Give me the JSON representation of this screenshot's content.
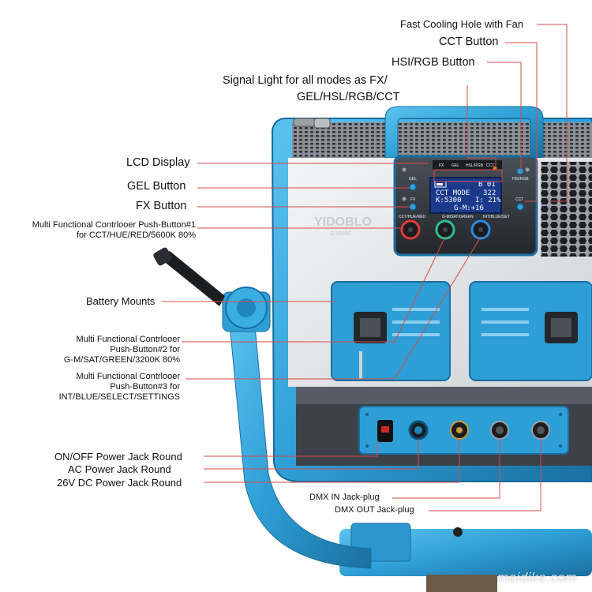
{
  "labels": {
    "fast_cooling": "Fast Cooling Hole with Fan",
    "cct_button": "CCT Button",
    "hsi_rgb_button": "HSI/RGB Button",
    "signal_light_line1": "Signal Light for all modes as FX/",
    "signal_light_line2": "GEL/HSL/RGB/CCT",
    "lcd_display": "LCD Display",
    "gel_button": "GEL  Button",
    "fx_button": "FX  Button",
    "push1_line1": "Multi Functional Contrlooer Push-Button#1",
    "push1_line2": "for CCT/HUE/RED/5600K 80%",
    "battery_mounts": "Battery Mounts",
    "push2_line1": "Multi Functional Contrlooer",
    "push2_line2": "Push-Button#2 for",
    "push2_line3": "G-M/SAT/GREEN/3200K 80%",
    "push3_line1": "Multi Functional Contrlooer",
    "push3_line2": "Push-Button#3 for",
    "push3_line3": "INT/BLUE/SELECT/SETTINGS",
    "on_off": "ON/OFF Power Jack Round",
    "ac_power": "AC Power Jack Round",
    "dc_power": "26V DC Power Jack Round",
    "dmx_in": "DMX IN Jack-plug",
    "dmx_out": "DMX OUT Jack-plug"
  },
  "device": {
    "brand": "YIDOBLO",
    "model": "S-2000C",
    "lcd_row1_left": "CCT MODE",
    "lcd_row1_right": "B 01",
    "lcd_row2_left": "K:5300",
    "lcd_row2_mid": "322",
    "lcd_row2_right": "I: 21%",
    "lcd_row3": "G-M:+16",
    "btn_gel": "GEL",
    "btn_fx": "FX",
    "btn_hsi": "HSI/RGB",
    "btn_cct": "CCT",
    "knob1": "CCT/HUE/RED",
    "knob2": "G-M/SAT/GREEN",
    "knob3": "INT/BLUE/SET",
    "signal_fx": "FX",
    "signal_gel": "GEL",
    "signal_hsl": "HSL/RGB",
    "signal_cct": "CCT"
  },
  "watermark": "meidike.com",
  "colors": {
    "frame_blue": "#2e9fd6",
    "frame_dark": "#1a6fa0",
    "panel": "#2f3338",
    "lcd": "#1b3a8c",
    "leader_line": "#d84a4a"
  }
}
